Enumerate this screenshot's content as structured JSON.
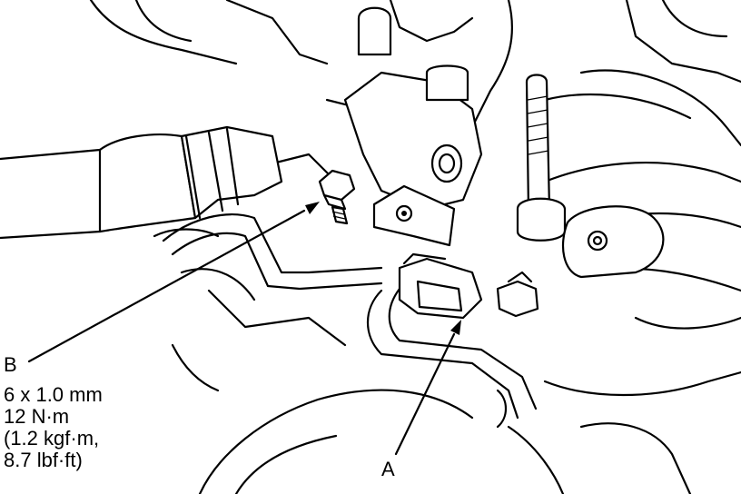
{
  "labels": {
    "a": "A",
    "b": "B"
  },
  "bolt_spec": {
    "size": "6 x 1.0 mm",
    "torque_nm": "12 N·m",
    "torque_kgfm": "(1.2 kgf·m,",
    "torque_lbfft": "8.7 lbf·ft)"
  }
}
